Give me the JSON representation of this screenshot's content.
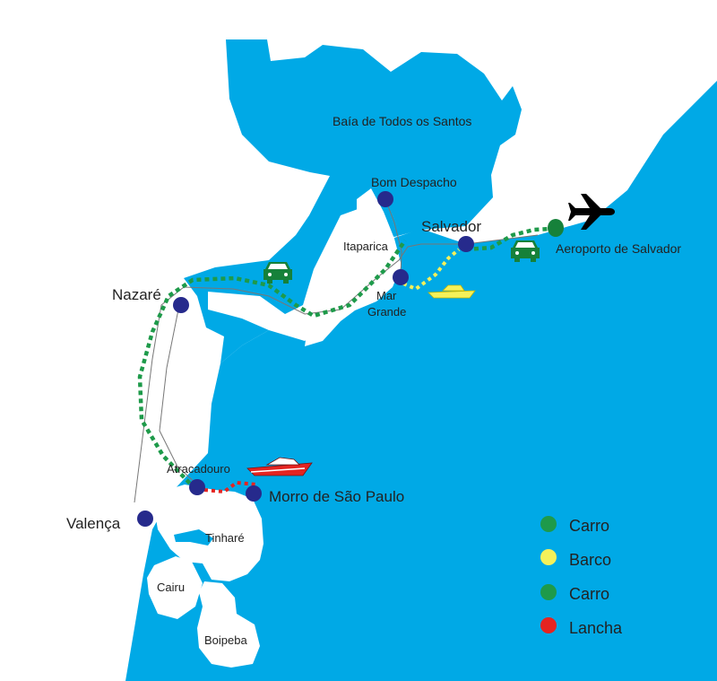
{
  "map": {
    "colors": {
      "sea": "#00a9e6",
      "land": "#ffffff",
      "stop": "#262a8c",
      "car_route": "#1e9a4a",
      "boat_route": "#f4f15a",
      "speedboat_route": "#e52421",
      "airport_marker": "#16813a"
    },
    "labels": {
      "bay": "Baía de Todos os Santos",
      "bom_despacho": "Bom Despacho",
      "salvador": "Salvador",
      "itaparica": "Itaparica",
      "mar_grande_1": "Mar",
      "mar_grande_2": "Grande",
      "airport": "Aeroporto de Salvador",
      "nazare": "Nazaré",
      "atracadouro": "Atracadouro",
      "morro": "Morro de São Paulo",
      "valenca": "Valença",
      "tinhare": "Tinharé",
      "cairu": "Cairu",
      "boipeba": "Boipeba"
    },
    "icons": {
      "airplane": "airplane-icon",
      "car": "car-icon",
      "boat": "boat-icon",
      "speedboat": "speedboat-icon"
    }
  },
  "legend": {
    "items": [
      {
        "label": "Carro",
        "color": "#1e9a4a"
      },
      {
        "label": "Barco",
        "color": "#f4f15a"
      },
      {
        "label": "Carro",
        "color": "#1e9a4a"
      },
      {
        "label": "Lancha",
        "color": "#e52421"
      }
    ]
  }
}
